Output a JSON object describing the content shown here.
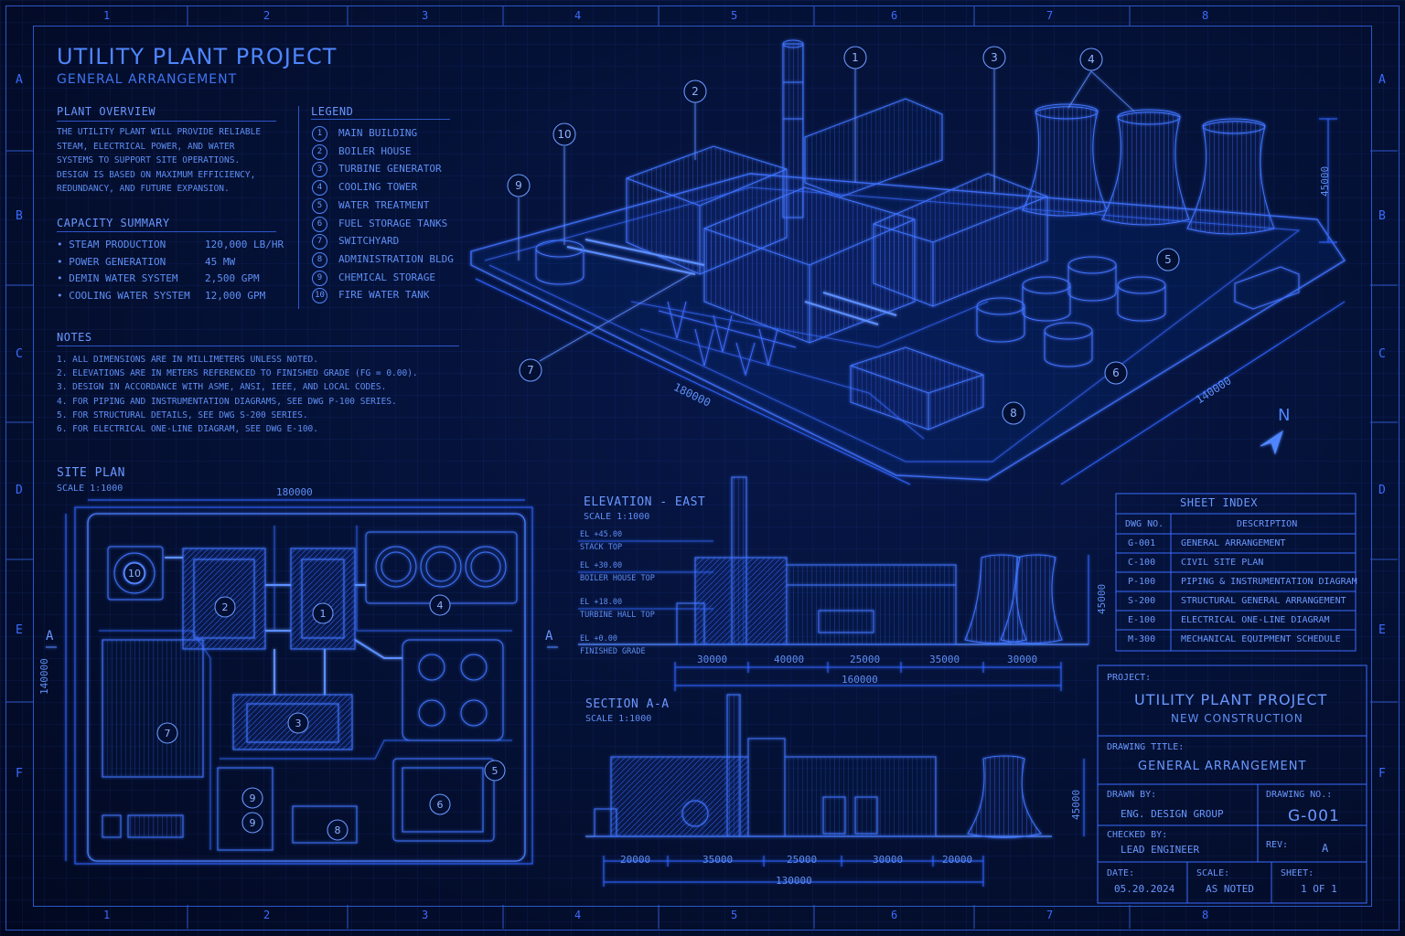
{
  "border": {
    "columns": [
      "1",
      "2",
      "3",
      "4",
      "5",
      "6",
      "7",
      "8"
    ],
    "rows": [
      "A",
      "B",
      "C",
      "D",
      "E",
      "F"
    ]
  },
  "header": {
    "title": "UTILITY PLANT PROJECT",
    "subtitle": "GENERAL ARRANGEMENT"
  },
  "overview": {
    "heading": "PLANT OVERVIEW",
    "lines": [
      "THE UTILITY PLANT WILL PROVIDE RELIABLE",
      "STEAM, ELECTRICAL POWER, AND WATER",
      "SYSTEMS TO SUPPORT SITE OPERATIONS.",
      "DESIGN IS BASED ON MAXIMUM EFFICIENCY,",
      "REDUNDANCY, AND FUTURE EXPANSION."
    ]
  },
  "capacity": {
    "heading": "CAPACITY SUMMARY",
    "items": [
      {
        "label": "• STEAM PRODUCTION",
        "value": "120,000 LB/HR"
      },
      {
        "label": "• POWER GENERATION",
        "value": "45 MW"
      },
      {
        "label": "• DEMIN WATER SYSTEM",
        "value": "2,500 GPM"
      },
      {
        "label": "• COOLING WATER SYSTEM",
        "value": "12,000 GPM"
      }
    ]
  },
  "legend": {
    "heading": "LEGEND",
    "items": [
      {
        "num": "1",
        "label": "MAIN BUILDING"
      },
      {
        "num": "2",
        "label": "BOILER HOUSE"
      },
      {
        "num": "3",
        "label": "TURBINE GENERATOR"
      },
      {
        "num": "4",
        "label": "COOLING TOWER"
      },
      {
        "num": "5",
        "label": "WATER TREATMENT"
      },
      {
        "num": "6",
        "label": "FUEL STORAGE TANKS"
      },
      {
        "num": "7",
        "label": "SWITCHYARD"
      },
      {
        "num": "8",
        "label": "ADMINISTRATION BLDG"
      },
      {
        "num": "9",
        "label": "CHEMICAL STORAGE"
      },
      {
        "num": "10",
        "label": "FIRE WATER TANK"
      }
    ]
  },
  "notes": {
    "heading": "NOTES",
    "items": [
      "1.  ALL DIMENSIONS ARE IN MILLIMETERS UNLESS NOTED.",
      "2.  ELEVATIONS ARE IN METERS REFERENCED TO FINISHED GRADE (FG = 0.00).",
      "3.  DESIGN IN ACCORDANCE WITH ASME, ANSI, IEEE, AND LOCAL CODES.",
      "4.  FOR PIPING AND INSTRUMENTATION DIAGRAMS, SEE DWG P-100 SERIES.",
      "5.  FOR STRUCTURAL DETAILS, SEE DWG S-200 SERIES.",
      "6.  FOR ELECTRICAL ONE-LINE DIAGRAM, SEE DWG E-100."
    ]
  },
  "site_plan": {
    "heading": "SITE PLAN",
    "scale": "SCALE 1:1000",
    "width_dim": "180000",
    "height_dim": "140000",
    "section_mark": "A",
    "callouts": [
      "10",
      "2",
      "1",
      "4",
      "7",
      "3",
      "5",
      "6",
      "9",
      "9",
      "8"
    ]
  },
  "iso": {
    "callouts": [
      "1",
      "2",
      "3",
      "4",
      "5",
      "6",
      "7",
      "8",
      "9",
      "10"
    ],
    "dim_length": "180000",
    "dim_width": "140000",
    "dim_height": "45000",
    "north": "N"
  },
  "elevation": {
    "heading": "ELEVATION - EAST",
    "scale": "SCALE 1:1000",
    "levels": [
      {
        "el": "EL +45.00",
        "name": "STACK TOP"
      },
      {
        "el": "EL +30.00",
        "name": "BOILER HOUSE TOP"
      },
      {
        "el": "EL +18.00",
        "name": "TURBINE HALL TOP"
      },
      {
        "el": "EL +0.00",
        "name": "FINISHED GRADE"
      }
    ],
    "dims": [
      "30000",
      "40000",
      "25000",
      "35000",
      "30000"
    ],
    "total": "160000",
    "height": "45000"
  },
  "section": {
    "heading": "SECTION A-A",
    "scale": "SCALE 1:1000",
    "dims": [
      "20000",
      "35000",
      "25000",
      "30000",
      "20000"
    ],
    "total": "130000",
    "height": "45000"
  },
  "sheet_index": {
    "title": "SHEET INDEX",
    "col1": "DWG NO.",
    "col2": "DESCRIPTION",
    "rows": [
      {
        "no": "G-001",
        "desc": "GENERAL ARRANGEMENT"
      },
      {
        "no": "C-100",
        "desc": "CIVIL SITE PLAN"
      },
      {
        "no": "P-100",
        "desc": "PIPING & INSTRUMENTATION DIAGRAM"
      },
      {
        "no": "S-200",
        "desc": "STRUCTURAL GENERAL ARRANGEMENT"
      },
      {
        "no": "E-100",
        "desc": "ELECTRICAL ONE-LINE DIAGRAM"
      },
      {
        "no": "M-300",
        "desc": "MECHANICAL EQUIPMENT SCHEDULE"
      }
    ]
  },
  "title_block": {
    "project_label": "PROJECT:",
    "project": "UTILITY PLANT PROJECT",
    "project_sub": "NEW CONSTRUCTION",
    "drawing_title_label": "DRAWING TITLE:",
    "drawing_title": "GENERAL ARRANGEMENT",
    "drawn_by_label": "DRAWN BY:",
    "drawn_by": "ENG. DESIGN GROUP",
    "drawing_no_label": "DRAWING NO.:",
    "drawing_no": "G-001",
    "checked_by_label": "CHECKED BY:",
    "checked_by": "LEAD ENGINEER",
    "rev_label": "REV:",
    "rev": "A",
    "date_label": "DATE:",
    "date": "05.20.2024",
    "scale_label": "SCALE:",
    "scale": "AS NOTED",
    "sheet_label": "SHEET:",
    "sheet": "1 OF 1"
  },
  "colors": {
    "line": "#2f63ff",
    "glow": "#79a8ff",
    "bg": "#030a22"
  }
}
